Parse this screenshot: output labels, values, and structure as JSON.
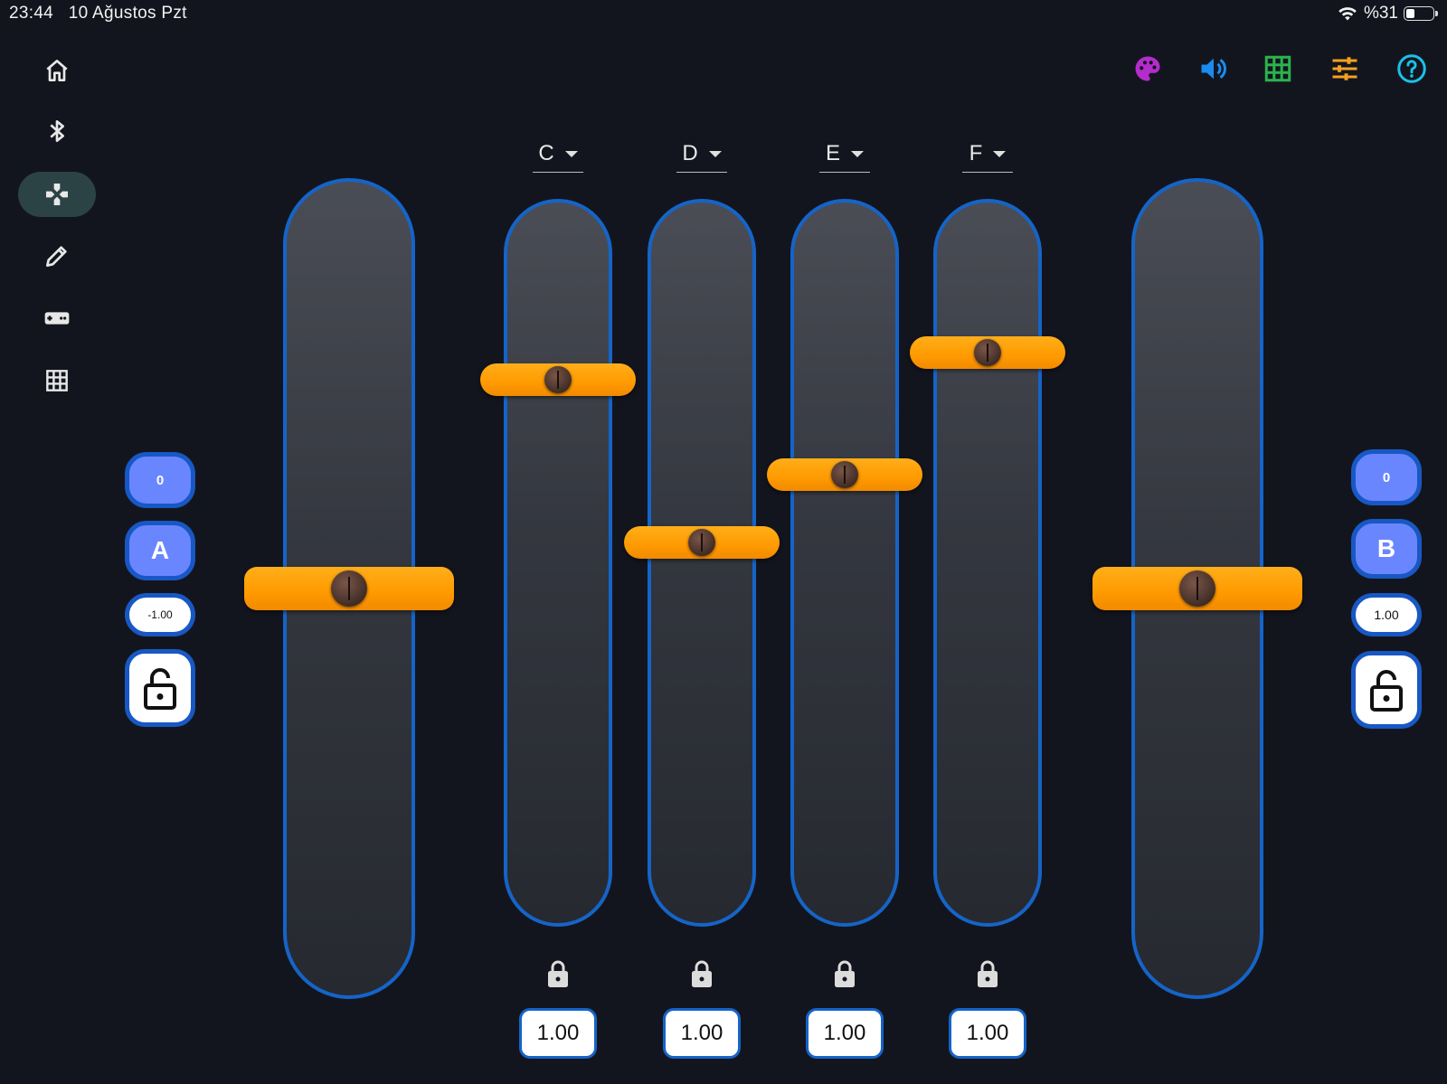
{
  "status": {
    "time": "23:44",
    "date": "10 Ağustos Pzt",
    "battery": "%31",
    "battery_level": 0.31
  },
  "sidebar": {
    "items": [
      {
        "name": "home-icon",
        "active": false
      },
      {
        "name": "bluetooth-icon",
        "active": false
      },
      {
        "name": "gamepad-icon",
        "active": true
      },
      {
        "name": "pencil-icon",
        "active": false
      },
      {
        "name": "controller-icon",
        "active": false
      },
      {
        "name": "grid-icon",
        "active": false
      }
    ]
  },
  "toolbar": {
    "icons": [
      {
        "name": "palette-icon",
        "color": "#b42ccc"
      },
      {
        "name": "volume-icon",
        "color": "#1a8cf0"
      },
      {
        "name": "grid-icon",
        "color": "#2bb34c"
      },
      {
        "name": "tune-icon",
        "color": "#f5a020"
      },
      {
        "name": "help-icon",
        "color": "#1cc0e8"
      }
    ]
  },
  "left_panel": {
    "top_value": "0",
    "letter": "A",
    "value": "-1.00",
    "lock": "unlocked"
  },
  "right_panel": {
    "top_value": "0",
    "letter": "B",
    "value": "1.00",
    "lock": "unlocked"
  },
  "channels": [
    {
      "label": "C",
      "value": "1.00",
      "level": 0.77
    },
    {
      "label": "D",
      "value": "1.00",
      "level": 0.53
    },
    {
      "label": "E",
      "value": "1.00",
      "level": 0.63
    },
    {
      "label": "F",
      "value": "1.00",
      "level": 0.81
    }
  ],
  "big_sliders": [
    {
      "name": "left",
      "level": 0.5
    },
    {
      "name": "right",
      "level": 0.5
    }
  ],
  "colors": {
    "accent": "#1564c8",
    "thumb": "#ff9e00",
    "pill": "#6a86ff"
  }
}
